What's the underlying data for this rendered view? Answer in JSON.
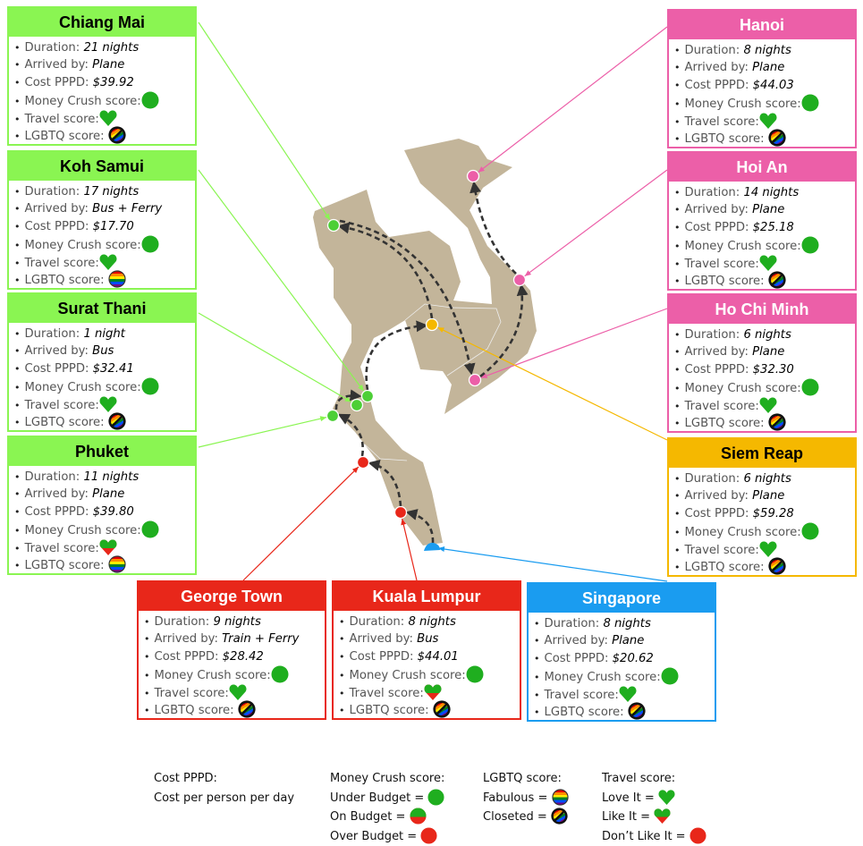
{
  "colors": {
    "thailand": "#8af552",
    "vietnam": "#ec5fa8",
    "cambodia": "#f5b800",
    "malaysia": "#e8271a",
    "singapore": "#1a9cf0",
    "land": "#c3b59a",
    "route": "#333333"
  },
  "cards": [
    {
      "city": "Chiang Mai",
      "group": "thailand",
      "duration": "21 nights",
      "arrived_by": "Plane",
      "cost": "$39.92",
      "money_crush": "under-budget",
      "travel": "love-it",
      "lgbtq": "closeted"
    },
    {
      "city": "Koh Samui",
      "group": "thailand",
      "duration": "17 nights",
      "arrived_by": "Bus + Ferry",
      "cost": "$17.70",
      "money_crush": "under-budget",
      "travel": "love-it",
      "lgbtq": "fabulous"
    },
    {
      "city": "Surat Thani",
      "group": "thailand",
      "duration": "1 night",
      "arrived_by": "Bus",
      "cost": "$32.41",
      "money_crush": "under-budget",
      "travel": "love-it",
      "lgbtq": "closeted"
    },
    {
      "city": "Phuket",
      "group": "thailand",
      "duration": "11 nights",
      "arrived_by": "Plane",
      "cost": "$39.80",
      "money_crush": "under-budget",
      "travel": "like-it",
      "lgbtq": "fabulous"
    },
    {
      "city": "Hanoi",
      "group": "vietnam",
      "duration": "8 nights",
      "arrived_by": "Plane",
      "cost": "$44.03",
      "money_crush": "under-budget",
      "travel": "love-it",
      "lgbtq": "closeted"
    },
    {
      "city": "Hoi An",
      "group": "vietnam",
      "duration": "14 nights",
      "arrived_by": "Plane",
      "cost": "$25.18",
      "money_crush": "under-budget",
      "travel": "love-it",
      "lgbtq": "closeted"
    },
    {
      "city": "Ho Chi Minh",
      "group": "vietnam",
      "duration": "6 nights",
      "arrived_by": "Plane",
      "cost": "$32.30",
      "money_crush": "under-budget",
      "travel": "love-it",
      "lgbtq": "closeted"
    },
    {
      "city": "Siem Reap",
      "group": "cambodia",
      "duration": "6 nights",
      "arrived_by": "Plane",
      "cost": "$59.28",
      "money_crush": "under-budget",
      "travel": "love-it",
      "lgbtq": "closeted"
    },
    {
      "city": "George Town",
      "group": "malaysia",
      "duration": "9 nights",
      "arrived_by": "Train + Ferry",
      "cost": "$28.42",
      "money_crush": "under-budget",
      "travel": "love-it",
      "lgbtq": "closeted"
    },
    {
      "city": "Kuala Lumpur",
      "group": "malaysia",
      "duration": "8 nights",
      "arrived_by": "Bus",
      "cost": "$44.01",
      "money_crush": "under-budget",
      "travel": "like-it",
      "lgbtq": "closeted"
    },
    {
      "city": "Singapore",
      "group": "singapore",
      "duration": "8 nights",
      "arrived_by": "Plane",
      "cost": "$20.62",
      "money_crush": "under-budget",
      "travel": "love-it",
      "lgbtq": "closeted"
    }
  ],
  "labels": {
    "duration": "Duration:",
    "arrived_by": "Arrived by:",
    "cost": "Cost PPPD:",
    "money_crush": "Money Crush score:",
    "travel": "Travel score:",
    "lgbtq": "LGBTQ score:"
  },
  "legend": {
    "cost": {
      "title": "Cost PPPD:",
      "desc": "Cost per person per day"
    },
    "money_crush": {
      "title": "Money Crush score:",
      "items": [
        {
          "label": "Under Budget =",
          "icon": "under-budget"
        },
        {
          "label": "On Budget =",
          "icon": "on-budget"
        },
        {
          "label": "Over Budget =",
          "icon": "over-budget"
        }
      ]
    },
    "lgbtq": {
      "title": "LGBTQ score:",
      "items": [
        {
          "label": "Fabulous =",
          "icon": "fabulous"
        },
        {
          "label": "Closeted =",
          "icon": "closeted"
        }
      ]
    },
    "travel": {
      "title": "Travel score:",
      "items": [
        {
          "label": "Love It =",
          "icon": "love-it"
        },
        {
          "label": "Like It =",
          "icon": "like-it"
        },
        {
          "label": "Don’t Like It =",
          "icon": "dont-like-it"
        }
      ]
    }
  }
}
